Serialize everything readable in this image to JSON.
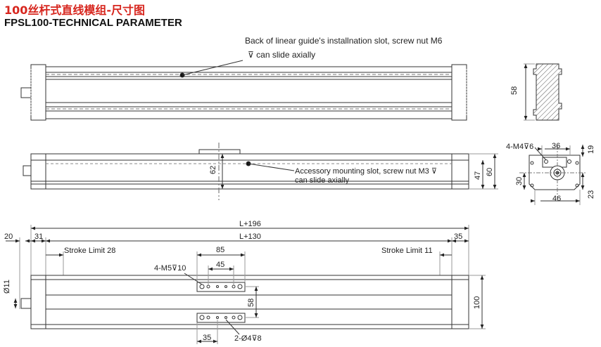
{
  "title_cn": "100丝杆式直线模组-尺寸图",
  "title_en": "FPSL100-TECHNICAL PARAMETER",
  "notes": {
    "slot_m6_line1": "Back of linear guide's installnation slot, screw nut M6",
    "slot_m6_line2": "can slide axially",
    "slot_m3_line1": "Accessory mounting slot, screw nut M3",
    "slot_m3_line2": "can slide axially",
    "depth_symbol": "⊽"
  },
  "dimensions": {
    "top_view_profile_height": "58",
    "side_height_62": "62",
    "side_height_47": "47",
    "side_height_60": "60",
    "end_holes": "4-M4⊽6",
    "end_width_36": "36",
    "end_19": "19",
    "end_30": "30",
    "end_23": "23",
    "end_46": "46",
    "overall_length": "L+196",
    "body_length": "L+130",
    "left_20": "20",
    "left_31": "31",
    "right_35": "35",
    "stroke_limit_left_label": "Stroke Limit",
    "stroke_limit_left_value": "28",
    "stroke_limit_right_label": "Stroke Limit",
    "stroke_limit_right_value": "11",
    "carriage_85": "85",
    "carriage_45": "45",
    "carriage_holes": "4-M5⊽10",
    "carriage_58": "58",
    "shaft_dia": "Ø11",
    "height_100": "100",
    "bottom_35": "35",
    "pin_holes": "2-Ø4⊽8"
  }
}
